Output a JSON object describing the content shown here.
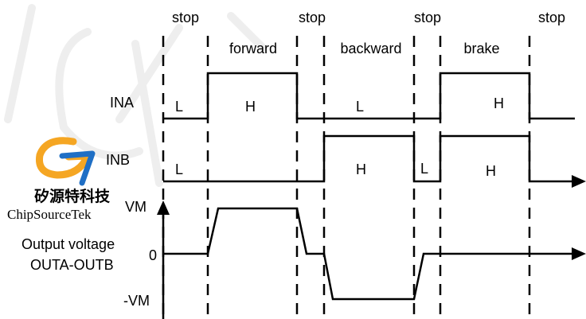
{
  "phases": {
    "stop1": "stop",
    "stop2": "stop",
    "stop3": "stop",
    "stop4": "stop",
    "forward": "forward",
    "backward": "backward",
    "brake": "brake"
  },
  "signals": {
    "ina": {
      "name": "INA",
      "levels": [
        "L",
        "H",
        "L",
        "H"
      ]
    },
    "inb": {
      "name": "INB",
      "levels": [
        "L",
        "H",
        "L",
        "H"
      ]
    },
    "output": {
      "name_line1": "Output voltage",
      "name_line2": "OUTA-OUTB",
      "vm": "VM",
      "zero": "0",
      "neg_vm": "-VM"
    }
  },
  "logo": {
    "name_cn": "矽源特科技",
    "name_en": "ChipSourceTek",
    "color_orange": "#f5a623",
    "color_blue": "#1f6fc5"
  },
  "colors": {
    "line": "#000000",
    "watermark": "#eeeeee"
  }
}
